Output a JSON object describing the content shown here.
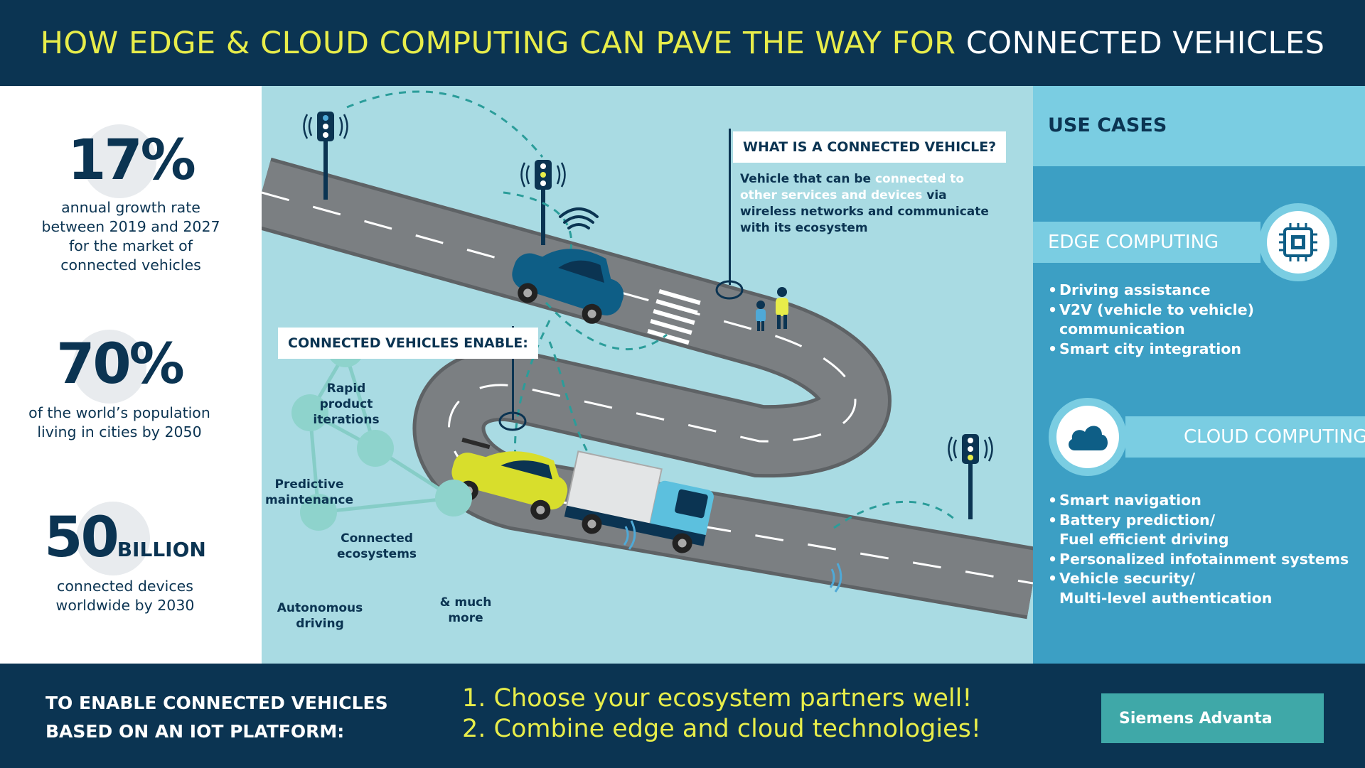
{
  "header": {
    "title_highlight": "HOW EDGE & CLOUD COMPUTING CAN PAVE THE WAY FOR",
    "title_white": "CONNECTED VEHICLES"
  },
  "stats": [
    {
      "value": "17%",
      "unit": "",
      "lines": [
        "annual growth rate",
        "between 2019 and 2027",
        "for the market of",
        "connected vehicles"
      ]
    },
    {
      "value": "70%",
      "unit": "",
      "lines": [
        "of the world’s population",
        "living in cities by 2050"
      ]
    },
    {
      "value": "50",
      "unit": "BILLION",
      "lines": [
        "connected devices",
        "worldwide by 2030"
      ]
    }
  ],
  "connected_vehicle": {
    "question": "WHAT IS A CONNECTED VEHICLE?",
    "desc_before": "Vehicle that can be ",
    "desc_accent": "connected to other services and devices",
    "desc_after": " via wireless networks and communicate with its ecosystem"
  },
  "enable": {
    "title": "CONNECTED VEHICLES ENABLE:",
    "items": {
      "rapid": [
        "Rapid",
        "product",
        "iterations"
      ],
      "predictive": [
        "Predictive",
        "maintenance"
      ],
      "ecosystems": [
        "Connected",
        "ecosystems"
      ],
      "autonomous": [
        "Autonomous",
        "driving"
      ],
      "more": [
        "& much",
        "more"
      ]
    }
  },
  "use_cases": {
    "title": "USE CASES",
    "edge": {
      "title": "EDGE COMPUTING",
      "icon": "chip-icon",
      "items": [
        [
          "Driving assistance"
        ],
        [
          "V2V (vehicle to vehicle)",
          "communication"
        ],
        [
          "Smart city integration"
        ]
      ]
    },
    "cloud": {
      "title": "CLOUD COMPUTING",
      "icon": "cloud-icon",
      "items": [
        [
          "Smart navigation"
        ],
        [
          "Battery prediction/",
          "Fuel efficient driving"
        ],
        [
          "Personalized infotainment systems"
        ],
        [
          "Vehicle security/",
          "Multi-level authentication"
        ]
      ]
    }
  },
  "footer": {
    "left_lines": [
      "TO ENABLE CONNECTED VEHICLES",
      "BASED ON AN IOT PLATFORM:"
    ],
    "steps": [
      "1. Choose your ecosystem partners well!",
      "2. Combine edge and cloud technologies!"
    ],
    "button": "Siemens Advanta"
  },
  "colors": {
    "navy": "#0b3452",
    "yellow": "#e8ed4a",
    "light_blue": "#7acde2",
    "mid_blue": "#3c9fc4",
    "teal_bg": "#a9dbe3",
    "button": "#3fa8a8"
  }
}
